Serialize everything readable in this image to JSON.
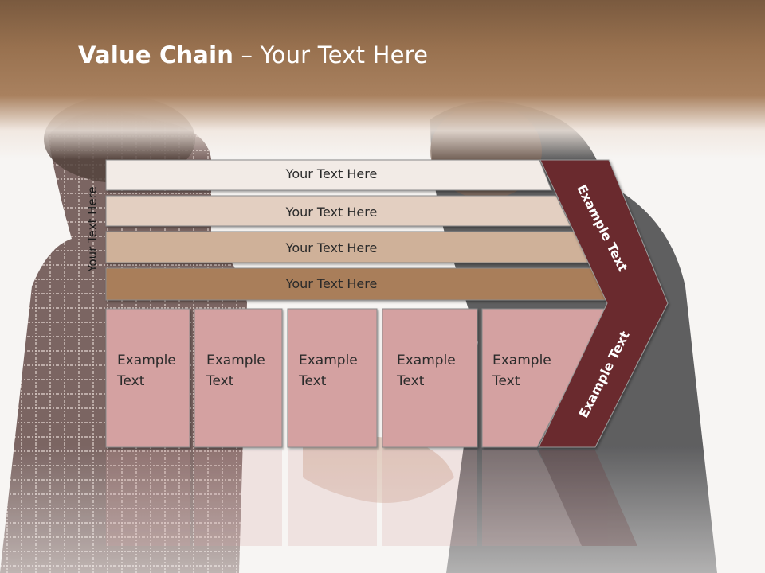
{
  "title": {
    "bold": "Value Chain",
    "rest": " – Your Text Here"
  },
  "vertical_label": "Your Text Here",
  "bars": [
    {
      "label": "Your Text Here",
      "color": "#f2ebe6"
    },
    {
      "label": "Your Text Here",
      "color": "#e3cfc1"
    },
    {
      "label": "Your Text Here",
      "color": "#cfb199"
    },
    {
      "label": "Your Text Here",
      "color": "#a97e5a"
    }
  ],
  "boxes": [
    {
      "line1": "Example",
      "line2": "Text"
    },
    {
      "line1": "Example",
      "line2": "Text"
    },
    {
      "line1": "Example",
      "line2": "Text"
    },
    {
      "line1": "Example",
      "line2": "Text"
    },
    {
      "line1": "Example",
      "line2": "Text"
    }
  ],
  "chevron_top_text": "Example Text",
  "chevron_bottom_text": "Example Text",
  "colors": {
    "box_fill": "#d4a1a1",
    "chevron_fill": "#6b2c2f",
    "banner": "#a9815f"
  }
}
